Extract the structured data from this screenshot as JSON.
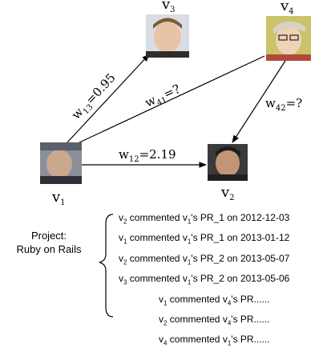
{
  "nodes": {
    "v1": {
      "label": "v",
      "sub": "1"
    },
    "v2": {
      "label": "v",
      "sub": "2"
    },
    "v3": {
      "label": "v",
      "sub": "3"
    },
    "v4": {
      "label": "v",
      "sub": "4"
    }
  },
  "edges": {
    "w13": {
      "sym": "w",
      "sub": "13",
      "value": "=0.95"
    },
    "w41": {
      "sym": "w",
      "sub": "41",
      "value": "=?"
    },
    "w42": {
      "sym": "w",
      "sub": "42",
      "value": "=?"
    },
    "w12": {
      "sym": "w",
      "sub": "12",
      "value": "=2.19"
    }
  },
  "project": {
    "line1": "Project:",
    "line2": "Ruby on Rails"
  },
  "events": [
    {
      "actor": "2",
      "target": "1",
      "text_a": " commented v",
      "text_b": "'s PR_1 on 2012-12-03"
    },
    {
      "actor": "1",
      "target": "1",
      "text_a": " commented v",
      "text_b": "'s PR_1 on 2013-01-12"
    },
    {
      "actor": "2",
      "target": "1",
      "text_a": " commented v",
      "text_b": "'s PR_2 on 2013-05-07"
    },
    {
      "actor": "3",
      "target": "1",
      "text_a": " commented v",
      "text_b": "'s PR_2 on 2013-05-06"
    },
    {
      "actor": "1",
      "target": "4",
      "text_a": " commented v",
      "text_b": "'s PR......"
    },
    {
      "actor": "2",
      "target": "4",
      "text_a": " commented v",
      "text_b": "'s PR......"
    },
    {
      "actor": "4",
      "target": "1",
      "text_a": " commented v",
      "text_b": "'s PR......"
    }
  ]
}
